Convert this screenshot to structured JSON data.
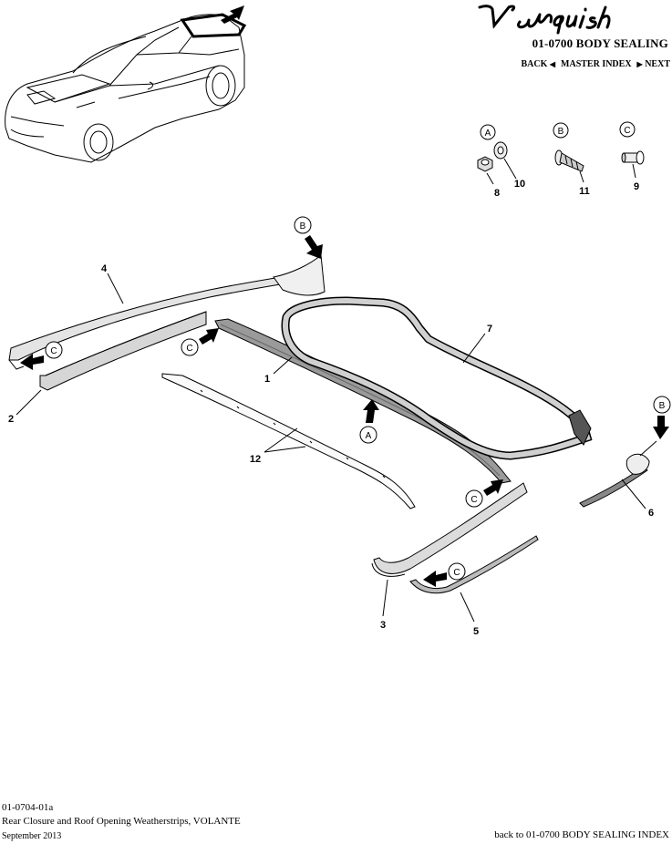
{
  "header": {
    "brand": "Vanquish",
    "section_title": "01-0700 BODY SEALING",
    "nav": {
      "back": "BACK",
      "master_index": "MASTER INDEX",
      "next": "NEXT"
    }
  },
  "callouts": {
    "fastener_a": "A",
    "fastener_b": "B",
    "fastener_c": "C",
    "n8": "8",
    "n10": "10",
    "n11": "11",
    "n9": "9",
    "n1": "1",
    "n2": "2",
    "n3": "3",
    "n4": "4",
    "n5": "5",
    "n6": "6",
    "n7": "7",
    "n12": "12"
  },
  "footer": {
    "code": "01-0704-01a",
    "title": "Rear Closure and Roof Opening Weatherstrips, VOLANTE",
    "date": "September 2013",
    "back_link": "back to 01-0700 BODY SEALING INDEX"
  }
}
